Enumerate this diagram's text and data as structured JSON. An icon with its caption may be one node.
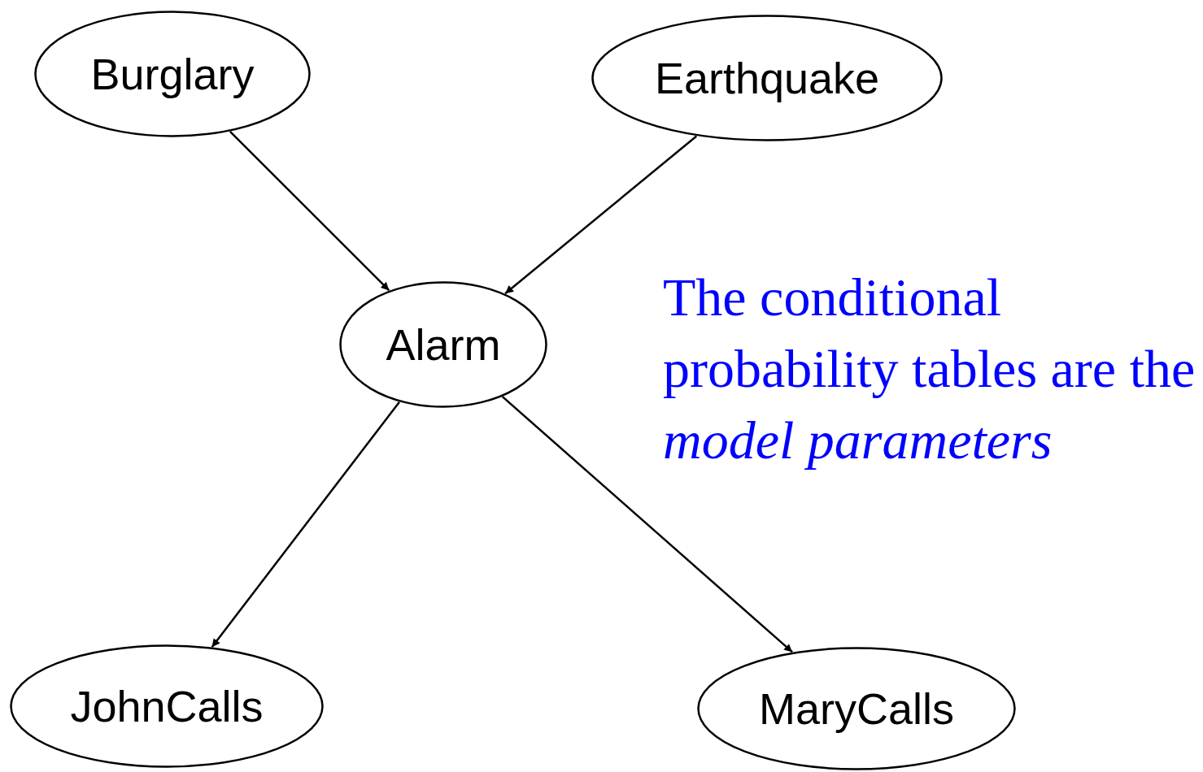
{
  "diagram": {
    "nodes": [
      {
        "text": [
          "Burglary"
        ]
      },
      {
        "text": [
          "Earthquake"
        ]
      },
      {
        "text": [
          "Alarm"
        ]
      },
      {
        "text": [
          "JohnCalls"
        ]
      },
      {
        "text": [
          "MaryCalls"
        ]
      }
    ],
    "edges": [
      {
        "from": 0,
        "to": 2,
        "arrow": "to"
      },
      {
        "from": 1,
        "to": 2,
        "arrow": "to"
      },
      {
        "from": 2,
        "to": 3,
        "arrow": "to"
      },
      {
        "from": 2,
        "to": 4,
        "arrow": "to"
      }
    ],
    "labels": [
      "The conditional probability tables are the *model parameters*"
    ]
  }
}
